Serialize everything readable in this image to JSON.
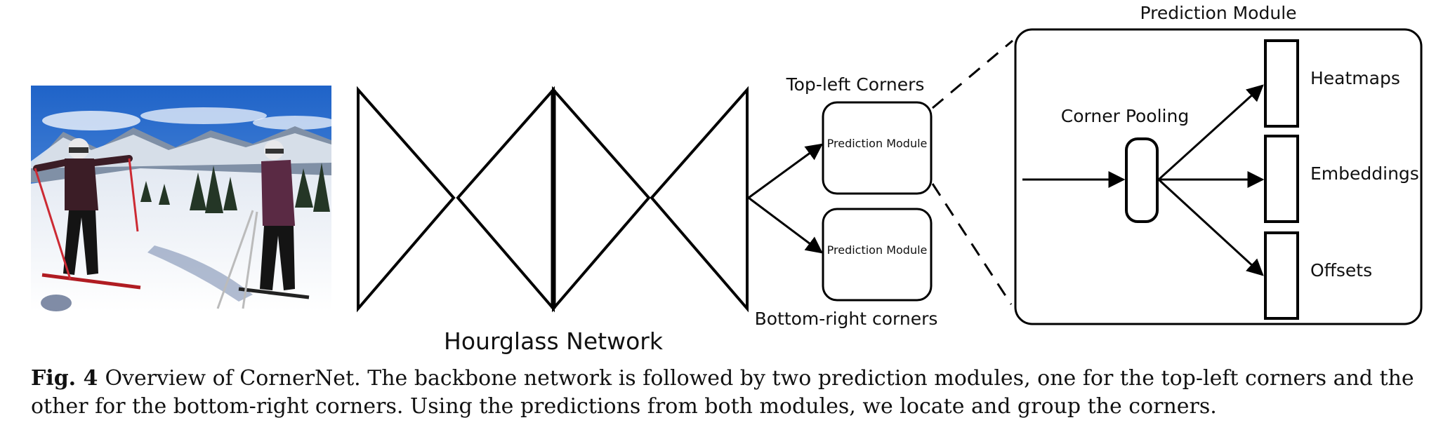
{
  "hourglass_label": "Hourglass Network",
  "top_left_label": "Top-left Corners",
  "bottom_right_label": "Bottom-right corners",
  "small_module_label": "Prediction Module",
  "prediction_module": {
    "title": "Prediction Module",
    "corner_pooling": "Corner Pooling",
    "outputs": [
      "Heatmaps",
      "Embeddings",
      "Offsets"
    ]
  },
  "caption": {
    "label": "Fig. 4",
    "text": "Overview of CornerNet. The backbone network is followed by two prediction modules, one for the top-left corners and the other for the bottom-right corners. Using the predictions from both modules, we locate and group the corners."
  },
  "colors": {
    "line": "#000000",
    "sky": "#2a6fd0",
    "snow": "#f1f4f8"
  }
}
